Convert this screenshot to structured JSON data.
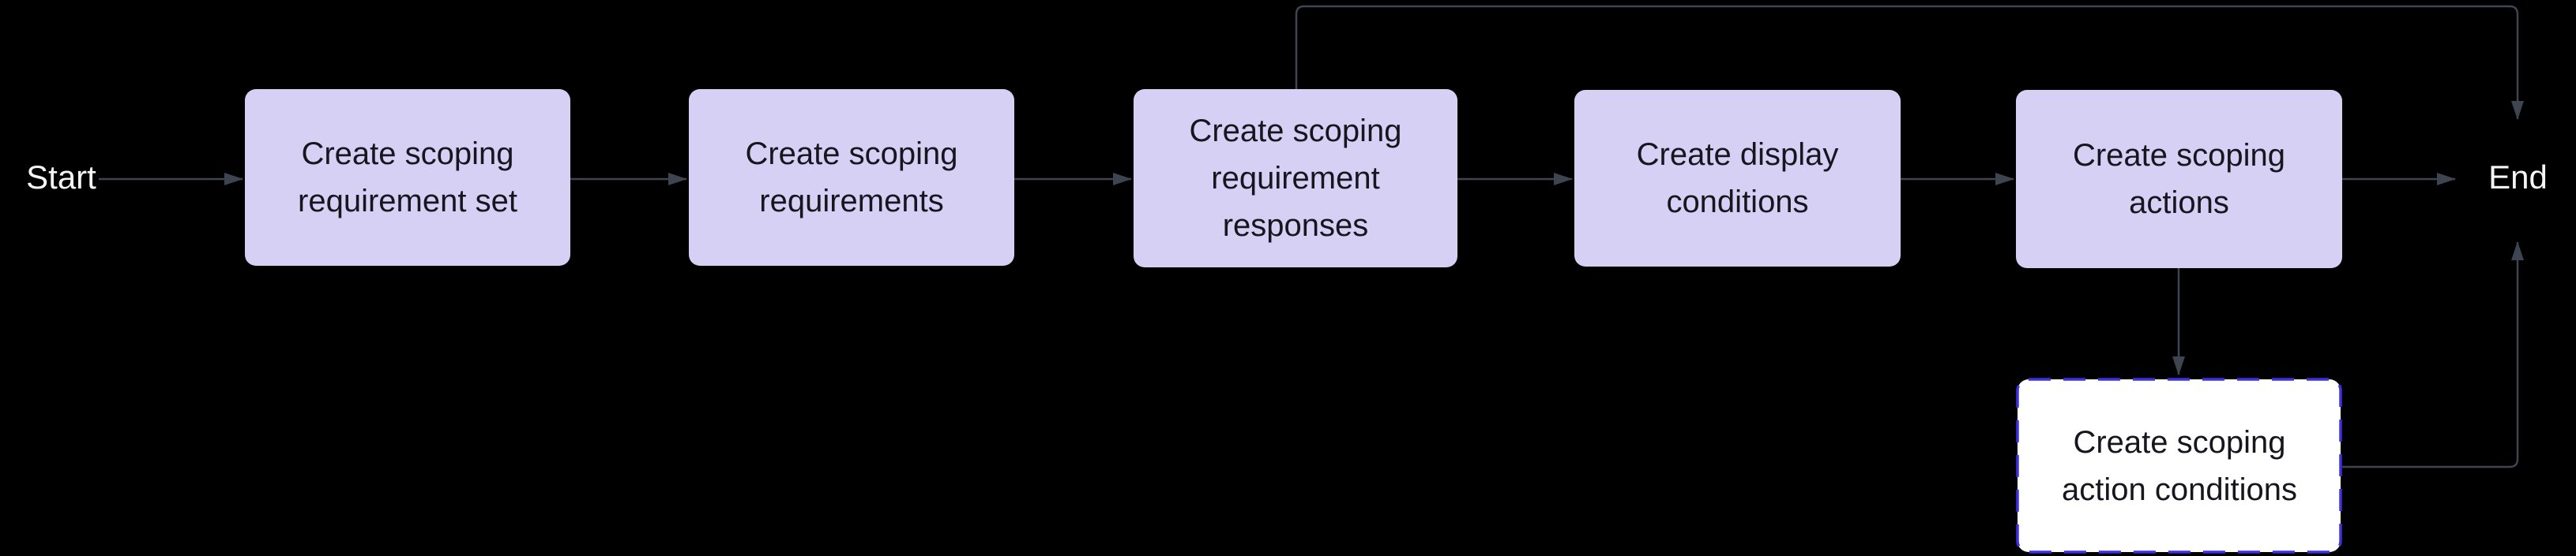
{
  "diagram": {
    "start_label": "Start",
    "end_label": "End",
    "nodes": [
      {
        "id": "create-scoping-requirement-set",
        "label": "Create scoping requirement set",
        "style": "solid"
      },
      {
        "id": "create-scoping-requirements",
        "label": "Create scoping requirements",
        "style": "solid"
      },
      {
        "id": "create-scoping-requirement-responses",
        "label": "Create scoping requirement responses",
        "style": "solid"
      },
      {
        "id": "create-display-conditions",
        "label": "Create display conditions",
        "style": "solid"
      },
      {
        "id": "create-scoping-actions",
        "label": "Create scoping actions",
        "style": "solid"
      },
      {
        "id": "create-scoping-action-conditions",
        "label": "Create scoping action conditions",
        "style": "dashed"
      }
    ],
    "edges": [
      {
        "from": "Start",
        "to": "Create scoping requirement set"
      },
      {
        "from": "Create scoping requirement set",
        "to": "Create scoping requirements"
      },
      {
        "from": "Create scoping requirements",
        "to": "Create scoping requirement responses"
      },
      {
        "from": "Create scoping requirement responses",
        "to": "Create display conditions"
      },
      {
        "from": "Create display conditions",
        "to": "Create scoping actions"
      },
      {
        "from": "Create scoping actions",
        "to": "End"
      },
      {
        "from": "Create scoping requirement responses",
        "to": "End"
      },
      {
        "from": "Create scoping actions",
        "to": "Create scoping action conditions"
      },
      {
        "from": "Create scoping action conditions",
        "to": "End"
      }
    ],
    "colors": {
      "background": "#000000",
      "node_fill": "#d5d0f4",
      "node_text": "#17151e",
      "edge": "#3e4450",
      "terminal_text": "#f5f5f5",
      "dashed_border": "#3d31e3",
      "dashed_fill": "#ffffff"
    }
  }
}
